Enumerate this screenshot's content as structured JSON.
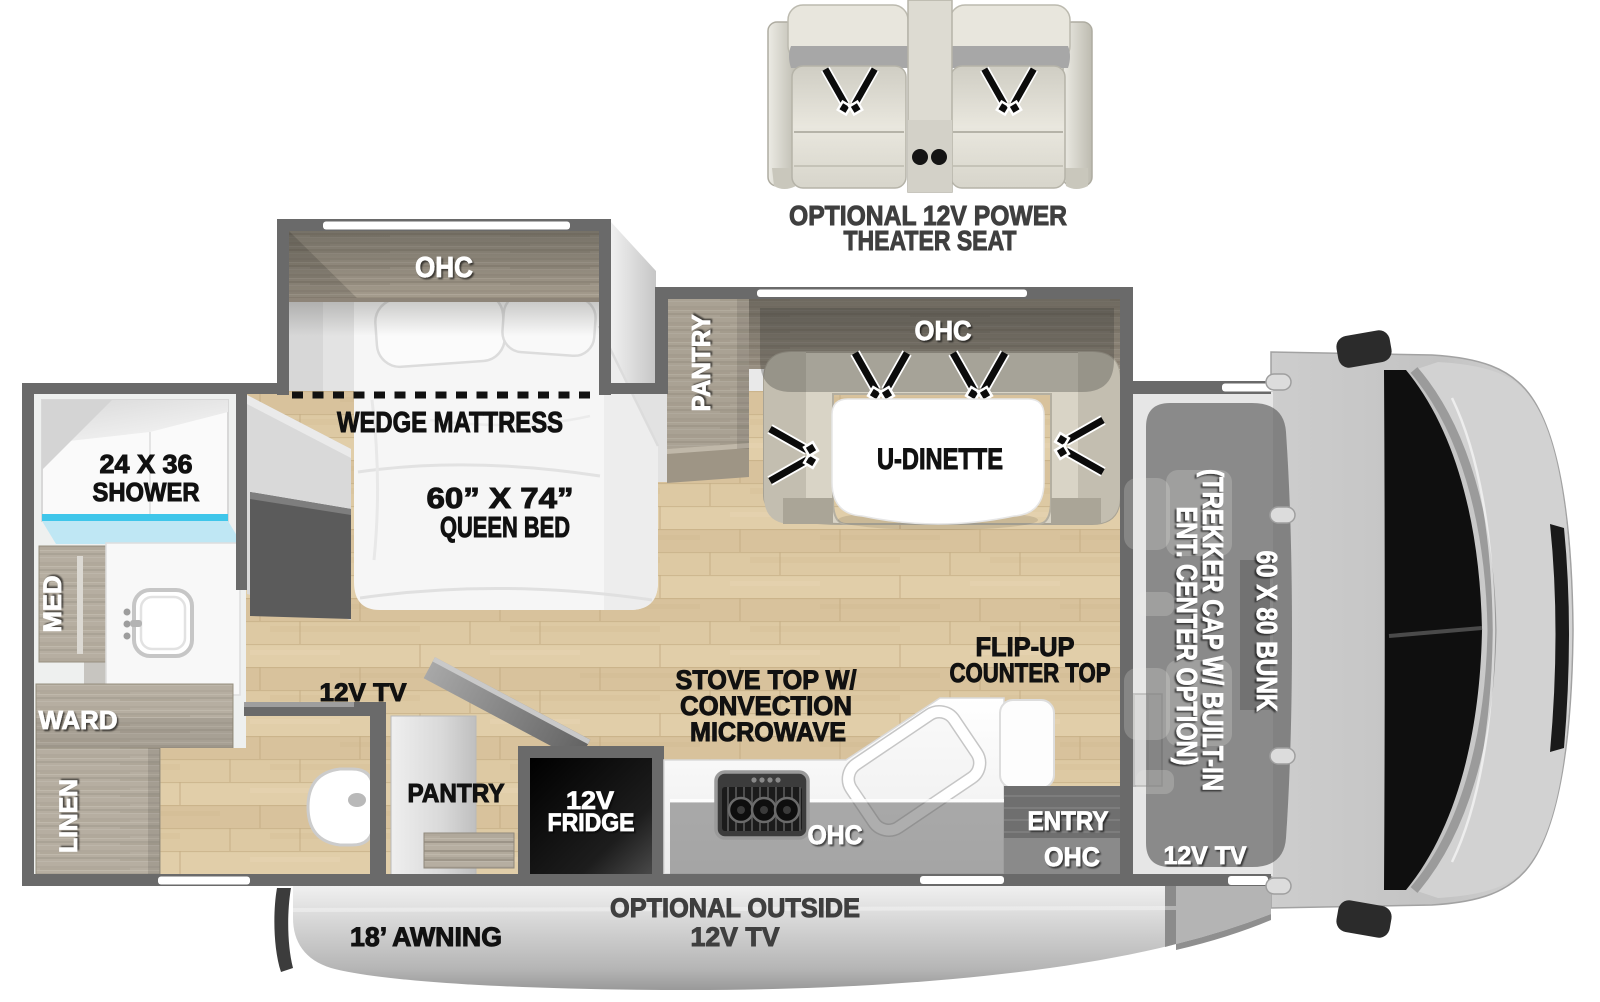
{
  "diagram_type": "rv-floor-plan-top-view",
  "palette": {
    "wall": "#6a6a6a",
    "floor_wood": "#dcc8a1",
    "cabinet_wood": "#b8b0a3",
    "counter_white": "#f6f6f6",
    "shower_accent_cyan": "#3fc6ea",
    "bunk_overlay_gray": "#8d8d8d",
    "label_black": "#111111",
    "label_gray": "#3f3f3f",
    "label_white": "#ffffff"
  },
  "theater_seat": {
    "label_line1": "OPTIONAL 12V POWER",
    "label_line2": "THEATER SEAT"
  },
  "bedroom": {
    "ohc": "OHC",
    "wedge": "WEDGE MATTRESS",
    "bed_size": "60” X 74”",
    "bed_type": "QUEEN BED",
    "tv": "12V TV"
  },
  "bathroom": {
    "shower_size": "24 X 36",
    "shower": "SHOWER",
    "med": "MED",
    "ward": "WARD",
    "linen": "LINEN"
  },
  "dinette": {
    "pantry": "PANTRY",
    "ohc": "OHC",
    "label": "U-DINETTE"
  },
  "kitchen": {
    "pantry": "PANTRY",
    "fridge_line1": "12V",
    "fridge_line2": "FRIDGE",
    "stove_line1": "STOVE TOP W/",
    "stove_line2": "CONVECTION",
    "stove_line3": "MICROWAVE",
    "flip_line1": "FLIP-UP",
    "flip_line2": "COUNTER TOP",
    "ohc": "OHC"
  },
  "entry": {
    "label": "ENTRY",
    "ohc": "OHC"
  },
  "cab": {
    "trekker_line1": "(TREKKER CAP W/ BUILT-IN",
    "trekker_line2": "ENT. CENTER OPTION)",
    "bunk": "60 X 80 BUNK",
    "tv": "12V TV"
  },
  "exterior": {
    "awning": "18’ AWNING",
    "outside_tv_line1": "OPTIONAL OUTSIDE",
    "outside_tv_line2": "12V TV"
  }
}
